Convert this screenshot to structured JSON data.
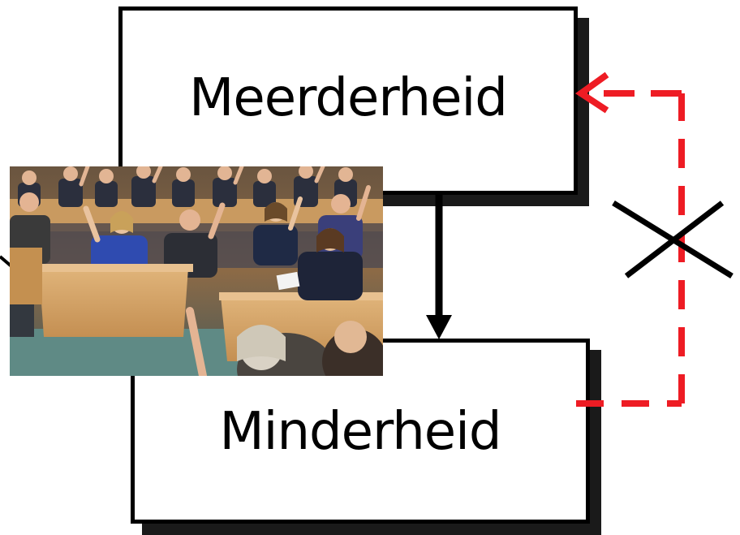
{
  "diagram": {
    "top_box_label": "Meerderheid",
    "bottom_box_label": "Minderheid",
    "colors": {
      "box_border": "#000000",
      "box_shadow": "#1a1a1a",
      "forward_arrow": "#000000",
      "feedback_arrow": "#ee1c24",
      "cross": "#000000"
    },
    "edges": [
      {
        "from": "Meerderheid",
        "to": "Minderheid",
        "style": "solid"
      },
      {
        "from": "Minderheid",
        "to": "Meerderheid",
        "style": "dashed",
        "crossed_out": true
      }
    ],
    "photo": {
      "icon": "parliament-vote-photo"
    }
  }
}
